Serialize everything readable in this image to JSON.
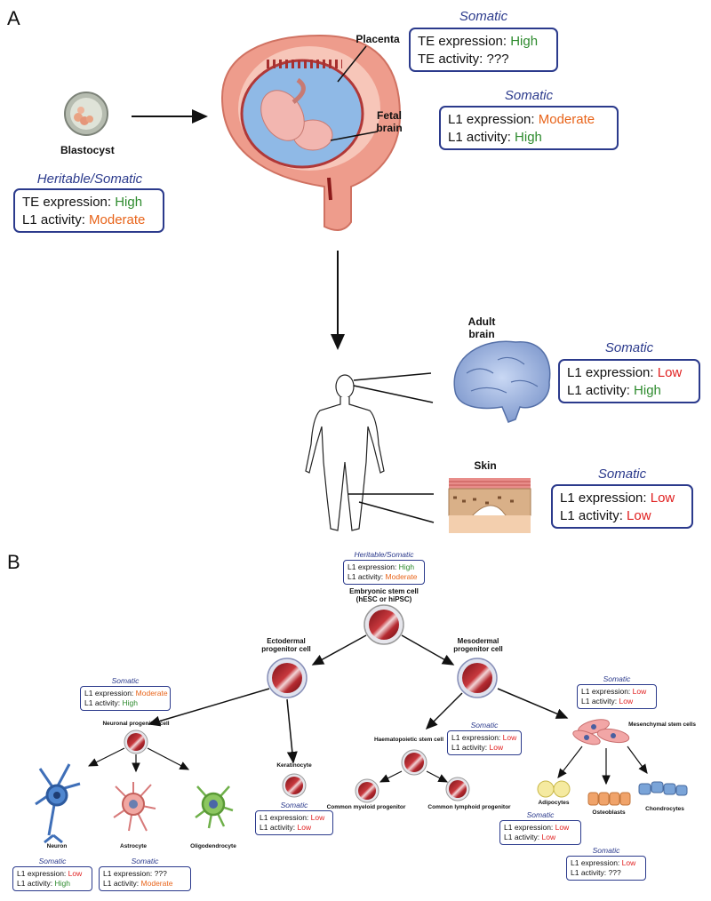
{
  "panels": {
    "a": "A",
    "b": "B"
  },
  "panel_a": {
    "blastocyst": "Blastocyst",
    "placenta": "Placenta",
    "fetal_brain": "Fetal\nbrain",
    "adult_brain": "Adult\nbrain",
    "skin": "Skin",
    "boxes": {
      "blastocyst": {
        "category": "Heritable/Somatic",
        "l1": "TE expression: ",
        "v1": "High",
        "l2": "L1 activity: ",
        "v2": "Moderate"
      },
      "placenta": {
        "category": "Somatic",
        "l1": "TE expression: ",
        "v1": "High",
        "l2": "TE activity: ",
        "v2": "???"
      },
      "fetal_brain": {
        "category": "Somatic",
        "l1": "L1 expression: ",
        "v1": "Moderate",
        "l2": "L1 activity: ",
        "v2": "High"
      },
      "adult_brain": {
        "category": "Somatic",
        "l1": "L1 expression: ",
        "v1": "Low",
        "l2": "L1 activity: ",
        "v2": "High"
      },
      "skin": {
        "category": "Somatic",
        "l1": "L1 expression: ",
        "v1": "Low",
        "l2": "L1 activity: ",
        "v2": "Low"
      }
    }
  },
  "panel_b": {
    "esc": "Embryonic stem cell\n(hESC or hiPSC)",
    "ectoderm": "Ectodermal\nprogenitor cell",
    "mesoderm": "Mesodermal\nprogenitor cell",
    "neural_prog": "Neuronal progenitor cell",
    "keratinocyte": "Keratinocyte",
    "hsc": "Haematopoietic stem cell",
    "msc": "Mesenchymal stem cells",
    "neuron": "Neuron",
    "astrocyte": "Astrocyte",
    "oligo": "Oligodendrocyte",
    "myeloid": "Common myeloid progenitor",
    "lymphoid": "Common lymphoid progenitor",
    "adipocytes": "Adipocytes",
    "osteoblasts": "Osteoblasts",
    "chondrocytes": "Chondrocytes",
    "boxes": {
      "esc": {
        "category": "Heritable/Somatic",
        "l1": "L1 expression: ",
        "v1": "High",
        "l2": "L1 activity: ",
        "v2": "Moderate"
      },
      "ectoderm": {
        "category": "Somatic",
        "l1": "L1 expression: ",
        "v1": "Moderate",
        "l2": "L1 activity: ",
        "v2": "High"
      },
      "keratinocyte": {
        "category": "Somatic",
        "l1": "L1 expression: ",
        "v1": "Low",
        "l2": "L1 activity: ",
        "v2": "Low"
      },
      "hsc": {
        "category": "Somatic",
        "l1": "L1 expression: ",
        "v1": "Low",
        "l2": "L1 activity: ",
        "v2": "Low"
      },
      "msc": {
        "category": "Somatic",
        "l1": "L1 expression: ",
        "v1": "Low",
        "l2": "L1 activity: ",
        "v2": "Low"
      },
      "neuron": {
        "category": "Somatic",
        "l1": "L1 expression: ",
        "v1": "Low",
        "l2": "L1 activity: ",
        "v2": "High"
      },
      "astrocyte": {
        "category": "Somatic",
        "l1": "L1 expression: ",
        "v1": "???",
        "l2": "L1 activity: ",
        "v2": "Moderate"
      },
      "adipocytes": {
        "category": "Somatic",
        "l1": "L1 expression: ",
        "v1": "Low",
        "l2": "L1 activity: ",
        "v2": "Low"
      },
      "osteoblasts": {
        "category": "Somatic",
        "l1": "L1 expression: ",
        "v1": "Low",
        "l2": "L1 activity: ",
        "v2": "???"
      }
    }
  },
  "colors": {
    "high": "#2e8b2e",
    "moderate": "#e8641a",
    "low": "#e02020",
    "box_border": "#2b3a8c"
  }
}
